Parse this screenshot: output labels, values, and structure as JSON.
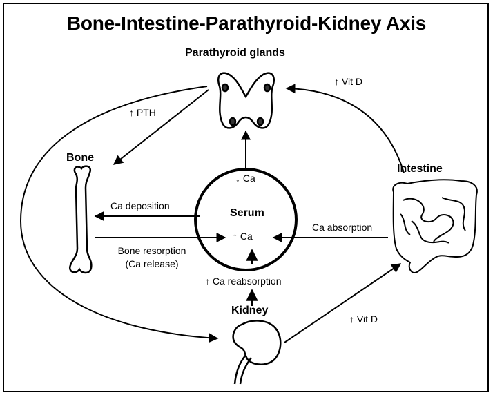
{
  "title": "Bone-Intestine-Parathyroid-Kidney Axis",
  "nodes": {
    "parathyroid": "Parathyroid glands",
    "bone": "Bone",
    "intestine": "Intestine",
    "kidney": "Kidney",
    "serum": "Serum"
  },
  "serum": {
    "low_ca": "↓ Ca",
    "high_ca": "↑ Ca"
  },
  "edges": {
    "pth": "↑ PTH",
    "vit_d_top": "↑ Vit D",
    "vit_d_bottom": "↑ Vit D",
    "ca_deposition": "Ca deposition",
    "bone_resorption": "Bone resorption",
    "ca_release": "(Ca release)",
    "ca_absorption": "Ca absorption",
    "ca_reabsorption": "↑ Ca reabsorption"
  },
  "colors": {
    "line": "#000000",
    "background": "#ffffff"
  }
}
